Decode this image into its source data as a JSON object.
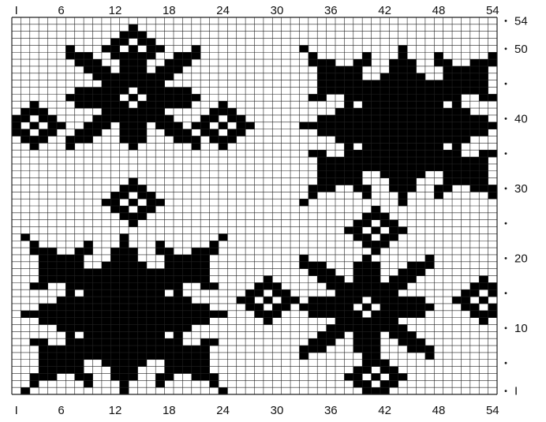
{
  "chart_data": {
    "type": "knitting-chart",
    "grid": {
      "columns": 54,
      "rows": 54
    },
    "colors": {
      "filled": "#000000",
      "background": "#ffffff",
      "grid_line": "#222222"
    },
    "column_labels": [
      {
        "text": "I",
        "col": 1
      },
      {
        "text": "6",
        "col": 6
      },
      {
        "text": "12",
        "col": 12
      },
      {
        "text": "18",
        "col": 18
      },
      {
        "text": "24",
        "col": 24
      },
      {
        "text": "30",
        "col": 30
      },
      {
        "text": "36",
        "col": 36
      },
      {
        "text": "42",
        "col": 42
      },
      {
        "text": "48",
        "col": 48
      },
      {
        "text": "54",
        "col": 54
      }
    ],
    "row_labels": [
      {
        "text": "54",
        "row": 54
      },
      {
        "text": "50",
        "row": 50
      },
      {
        "text": "40",
        "row": 40
      },
      {
        "text": "30",
        "row": 30
      },
      {
        "text": "20",
        "row": 20
      },
      {
        "text": "10",
        "row": 10
      },
      {
        "text": "I",
        "row": 1
      }
    ],
    "row_dots": [
      5,
      15,
      25,
      35,
      45
    ],
    "motifs": [
      {
        "type": "large-star",
        "center": [
          44,
          39
        ]
      },
      {
        "type": "large-star",
        "center": [
          13,
          12
        ]
      },
      {
        "type": "small-star",
        "center": [
          14,
          43
        ]
      },
      {
        "type": "small-star",
        "center": [
          40,
          13
        ]
      },
      {
        "type": "diamond",
        "center": [
          14,
          50
        ]
      },
      {
        "type": "diamond",
        "center": [
          3,
          39
        ]
      },
      {
        "type": "diamond",
        "center": [
          24,
          39
        ]
      },
      {
        "type": "diamond",
        "center": [
          14,
          28
        ]
      },
      {
        "type": "diamond",
        "center": [
          41,
          24
        ]
      },
      {
        "type": "diamond",
        "center": [
          29,
          14
        ]
      },
      {
        "type": "diamond",
        "center": [
          53,
          14
        ]
      },
      {
        "type": "diamond",
        "center": [
          41,
          3
        ]
      }
    ]
  }
}
